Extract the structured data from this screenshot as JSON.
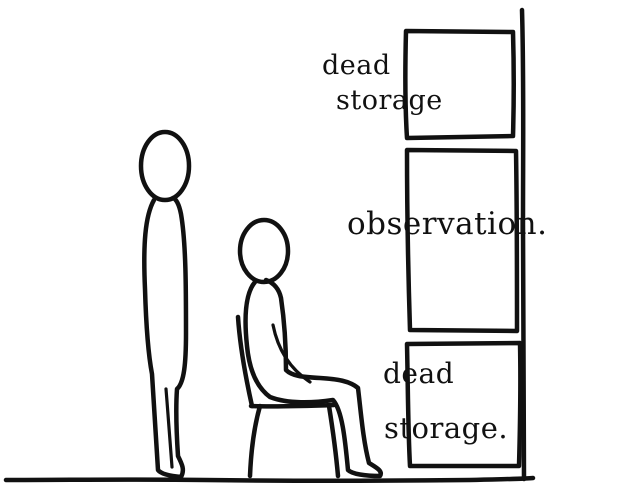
{
  "labels": {
    "top_storage_line1": "dead",
    "top_storage_line2": "storage",
    "middle_zone": "observation.",
    "bottom_storage_line1": "dead",
    "bottom_storage_line2": "storage."
  },
  "colors": {
    "ink": "#111111",
    "paper": "#ffffff"
  }
}
